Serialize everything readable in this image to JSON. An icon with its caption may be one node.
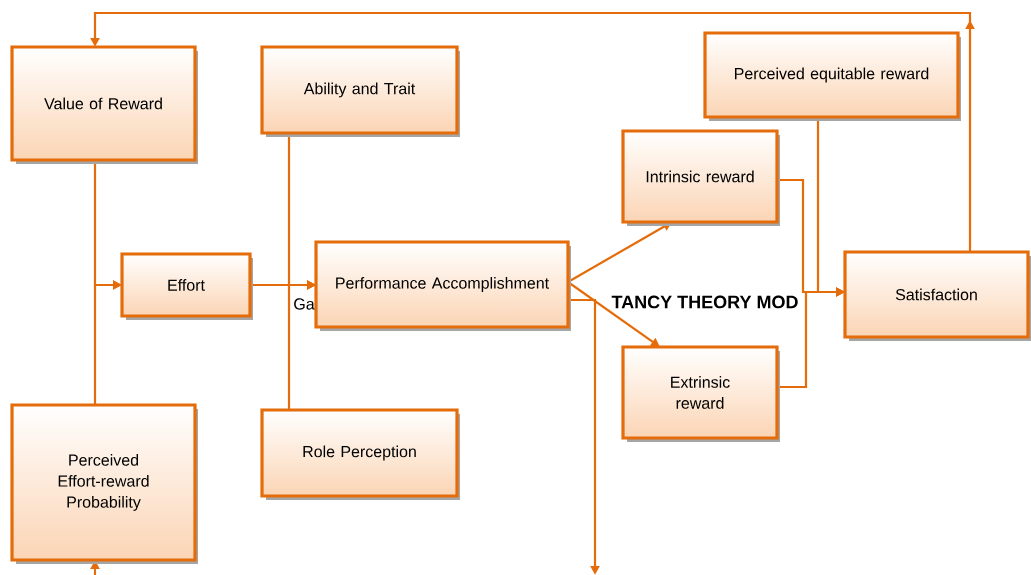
{
  "diagram": {
    "nodes": [
      {
        "text": [
          "Value of Reward"
        ]
      },
      {
        "text": [
          "Ability and Trait"
        ]
      },
      {
        "text": [
          "Perceived equitable reward"
        ]
      },
      {
        "text": [
          "Intrinsic reward"
        ]
      },
      {
        "text": [
          "Effort"
        ]
      },
      {
        "text": [
          "Performance Accomplishment"
        ]
      },
      {
        "text": [
          "Satisfaction"
        ]
      },
      {
        "text": [
          "Extrinsic reward"
        ]
      },
      {
        "text": [
          "Role Perception"
        ]
      },
      {
        "text": [
          "Perceived Effort-reward Probability"
        ]
      }
    ],
    "edges": [
      {
        "from": 6,
        "to": 0,
        "arrow": "to"
      },
      {
        "from": 0,
        "to": 4,
        "arrow": "to"
      },
      {
        "from": 9,
        "to": 4,
        "arrow": "to"
      },
      {
        "from": 4,
        "to": 5,
        "arrow": "to"
      },
      {
        "from": 1,
        "to": 5,
        "arrow": "to"
      },
      {
        "from": 8,
        "to": 5,
        "arrow": "to"
      },
      {
        "from": 5,
        "to": 3,
        "arrow": "to"
      },
      {
        "from": 5,
        "to": 7,
        "arrow": "to"
      },
      {
        "from": 3,
        "to": 6,
        "arrow": "to"
      },
      {
        "from": 7,
        "to": 6,
        "arrow": "to"
      },
      {
        "from": 2,
        "to": 6,
        "arrow": "to"
      },
      {
        "from": 5,
        "to": null,
        "arrow": "to"
      },
      {
        "from": null,
        "to": 9,
        "arrow": "to"
      }
    ],
    "labels": [
      "Ga",
      "TANCY THEORY MOD"
    ]
  }
}
